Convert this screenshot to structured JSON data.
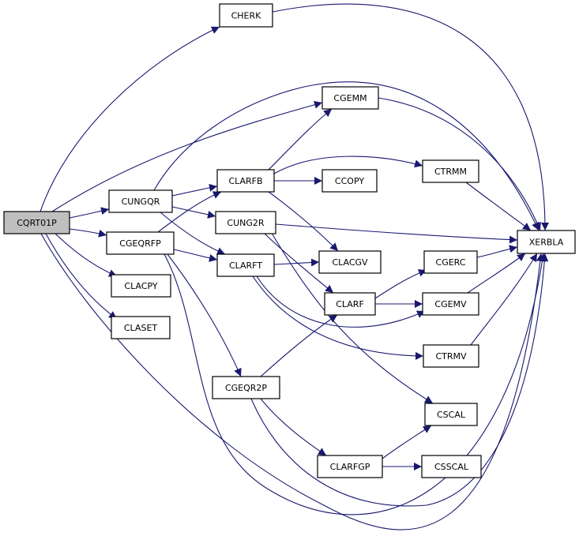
{
  "graph": {
    "edge_color": "#191970",
    "root_fill": "#bfbfbf",
    "nodes": [
      {
        "id": "CQRT01P",
        "label": "CQRT01P",
        "root": true
      },
      {
        "id": "CHERK",
        "label": "CHERK"
      },
      {
        "id": "CGEMM",
        "label": "CGEMM"
      },
      {
        "id": "CUNGQR",
        "label": "CUNGQR"
      },
      {
        "id": "CGEQRFP",
        "label": "CGEQRFP"
      },
      {
        "id": "CLACPY",
        "label": "CLACPY"
      },
      {
        "id": "CLASET",
        "label": "CLASET"
      },
      {
        "id": "CLARFB",
        "label": "CLARFB"
      },
      {
        "id": "CUNG2R",
        "label": "CUNG2R"
      },
      {
        "id": "CLARFT",
        "label": "CLARFT"
      },
      {
        "id": "CGEQR2P",
        "label": "CGEQR2P"
      },
      {
        "id": "CCOPY",
        "label": "CCOPY"
      },
      {
        "id": "CLACGV",
        "label": "CLACGV"
      },
      {
        "id": "CLARF",
        "label": "CLARF"
      },
      {
        "id": "CLARFGP",
        "label": "CLARFGP"
      },
      {
        "id": "CTRMM",
        "label": "CTRMM"
      },
      {
        "id": "CGERC",
        "label": "CGERC"
      },
      {
        "id": "CGEMV",
        "label": "CGEMV"
      },
      {
        "id": "CTRMV",
        "label": "CTRMV"
      },
      {
        "id": "CSCAL",
        "label": "CSCAL"
      },
      {
        "id": "CSSCAL",
        "label": "CSSCAL"
      },
      {
        "id": "XERBLA",
        "label": "XERBLA"
      }
    ],
    "edges": [
      [
        "CQRT01P",
        "CHERK"
      ],
      [
        "CQRT01P",
        "CGEMM"
      ],
      [
        "CQRT01P",
        "CUNGQR"
      ],
      [
        "CQRT01P",
        "CGEQRFP"
      ],
      [
        "CQRT01P",
        "CLACPY"
      ],
      [
        "CQRT01P",
        "CLASET"
      ],
      [
        "CQRT01P",
        "XERBLA"
      ],
      [
        "CHERK",
        "XERBLA"
      ],
      [
        "CGEMM",
        "XERBLA"
      ],
      [
        "CUNGQR",
        "CLARFB"
      ],
      [
        "CUNGQR",
        "CUNG2R"
      ],
      [
        "CUNGQR",
        "CLARFT"
      ],
      [
        "CUNGQR",
        "XERBLA"
      ],
      [
        "CGEQRFP",
        "CLARFB"
      ],
      [
        "CGEQRFP",
        "CLARFT"
      ],
      [
        "CGEQRFP",
        "CGEQR2P"
      ],
      [
        "CGEQRFP",
        "XERBLA"
      ],
      [
        "CLARFB",
        "CGEMM"
      ],
      [
        "CLARFB",
        "CCOPY"
      ],
      [
        "CLARFB",
        "CTRMM"
      ],
      [
        "CLARFB",
        "CLACGV"
      ],
      [
        "CUNG2R",
        "XERBLA"
      ],
      [
        "CUNG2R",
        "CLARF"
      ],
      [
        "CUNG2R",
        "CSCAL"
      ],
      [
        "CLARFT",
        "CLACGV"
      ],
      [
        "CLARFT",
        "CGEMV"
      ],
      [
        "CLARFT",
        "CTRMV"
      ],
      [
        "CGEQR2P",
        "CLARF"
      ],
      [
        "CGEQR2P",
        "CLARFGP"
      ],
      [
        "CGEQR2P",
        "XERBLA"
      ],
      [
        "CLARF",
        "CGERC"
      ],
      [
        "CLARF",
        "CGEMV"
      ],
      [
        "CLARFGP",
        "CSCAL"
      ],
      [
        "CLARFGP",
        "CSSCAL"
      ],
      [
        "CTRMM",
        "XERBLA"
      ],
      [
        "CGERC",
        "XERBLA"
      ],
      [
        "CGEMV",
        "XERBLA"
      ],
      [
        "CTRMV",
        "XERBLA"
      ]
    ]
  }
}
